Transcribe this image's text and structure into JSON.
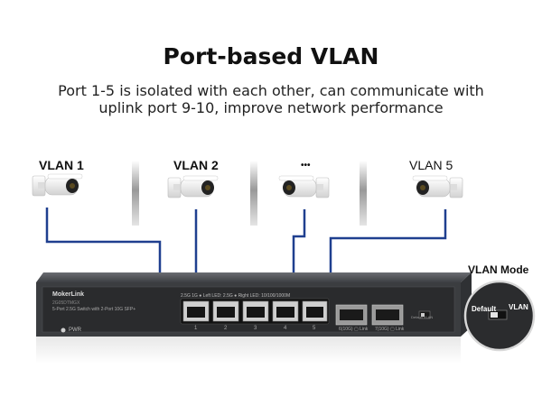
{
  "title": "Port-based VLAN",
  "subtitle": "Port 1-5 is isolated with each other, can communicate with uplink port 9-10, improve network performance",
  "vlans": [
    "VLAN 1",
    "VLAN 2",
    "•••",
    "VLAN 5"
  ],
  "device": {
    "brand": "MokerLink",
    "model": "2G05DTMGX",
    "description": "5-Port 2.5G Switch with 2-Port 10G SFP+",
    "speed_legend": "2.5G   1G   ● Left LED: 2.5G   ● Right LED: 10/100/1000M",
    "port_numbers": [
      "1",
      "2",
      "3",
      "4",
      "5"
    ],
    "sfp_labels": [
      "6(10G)  ▢ Link",
      "7(10G)  ▢ Link"
    ],
    "power_label": "PWR",
    "switch_mini_label": "Default  VLAN"
  },
  "vlan_mode": {
    "label": "VLAN Mode",
    "default_label": "Default",
    "vlan_label": "VLAN"
  },
  "colors": {
    "cable": "#1f3f8f",
    "device_body": "#3b3d40",
    "device_panel": "#2a2b2d"
  },
  "icons": [
    "camera-icon",
    "camera-icon",
    "camera-icon",
    "camera-icon",
    "ethernet-port-icon",
    "sfp-port-icon",
    "dip-switch-icon"
  ]
}
